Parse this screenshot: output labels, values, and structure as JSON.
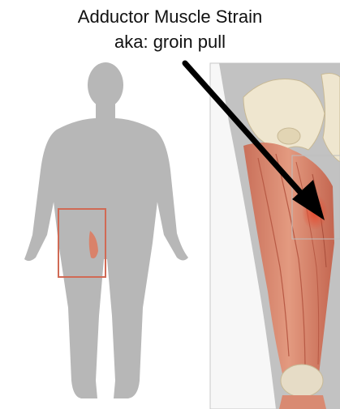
{
  "title": {
    "line1": "Adductor Muscle Strain",
    "line2": "aka: groin pull"
  },
  "colors": {
    "silhouette": "#b7b7b7",
    "highlight_box": "#d06a55",
    "muscle": "#d9826a",
    "muscle_dark": "#b85a45",
    "injury": "#e8543a",
    "bone": "#efe6cf",
    "arrow": "#000000"
  },
  "icons": [
    "human-silhouette",
    "pelvis-bone",
    "leg-muscles",
    "pointer-arrow"
  ]
}
